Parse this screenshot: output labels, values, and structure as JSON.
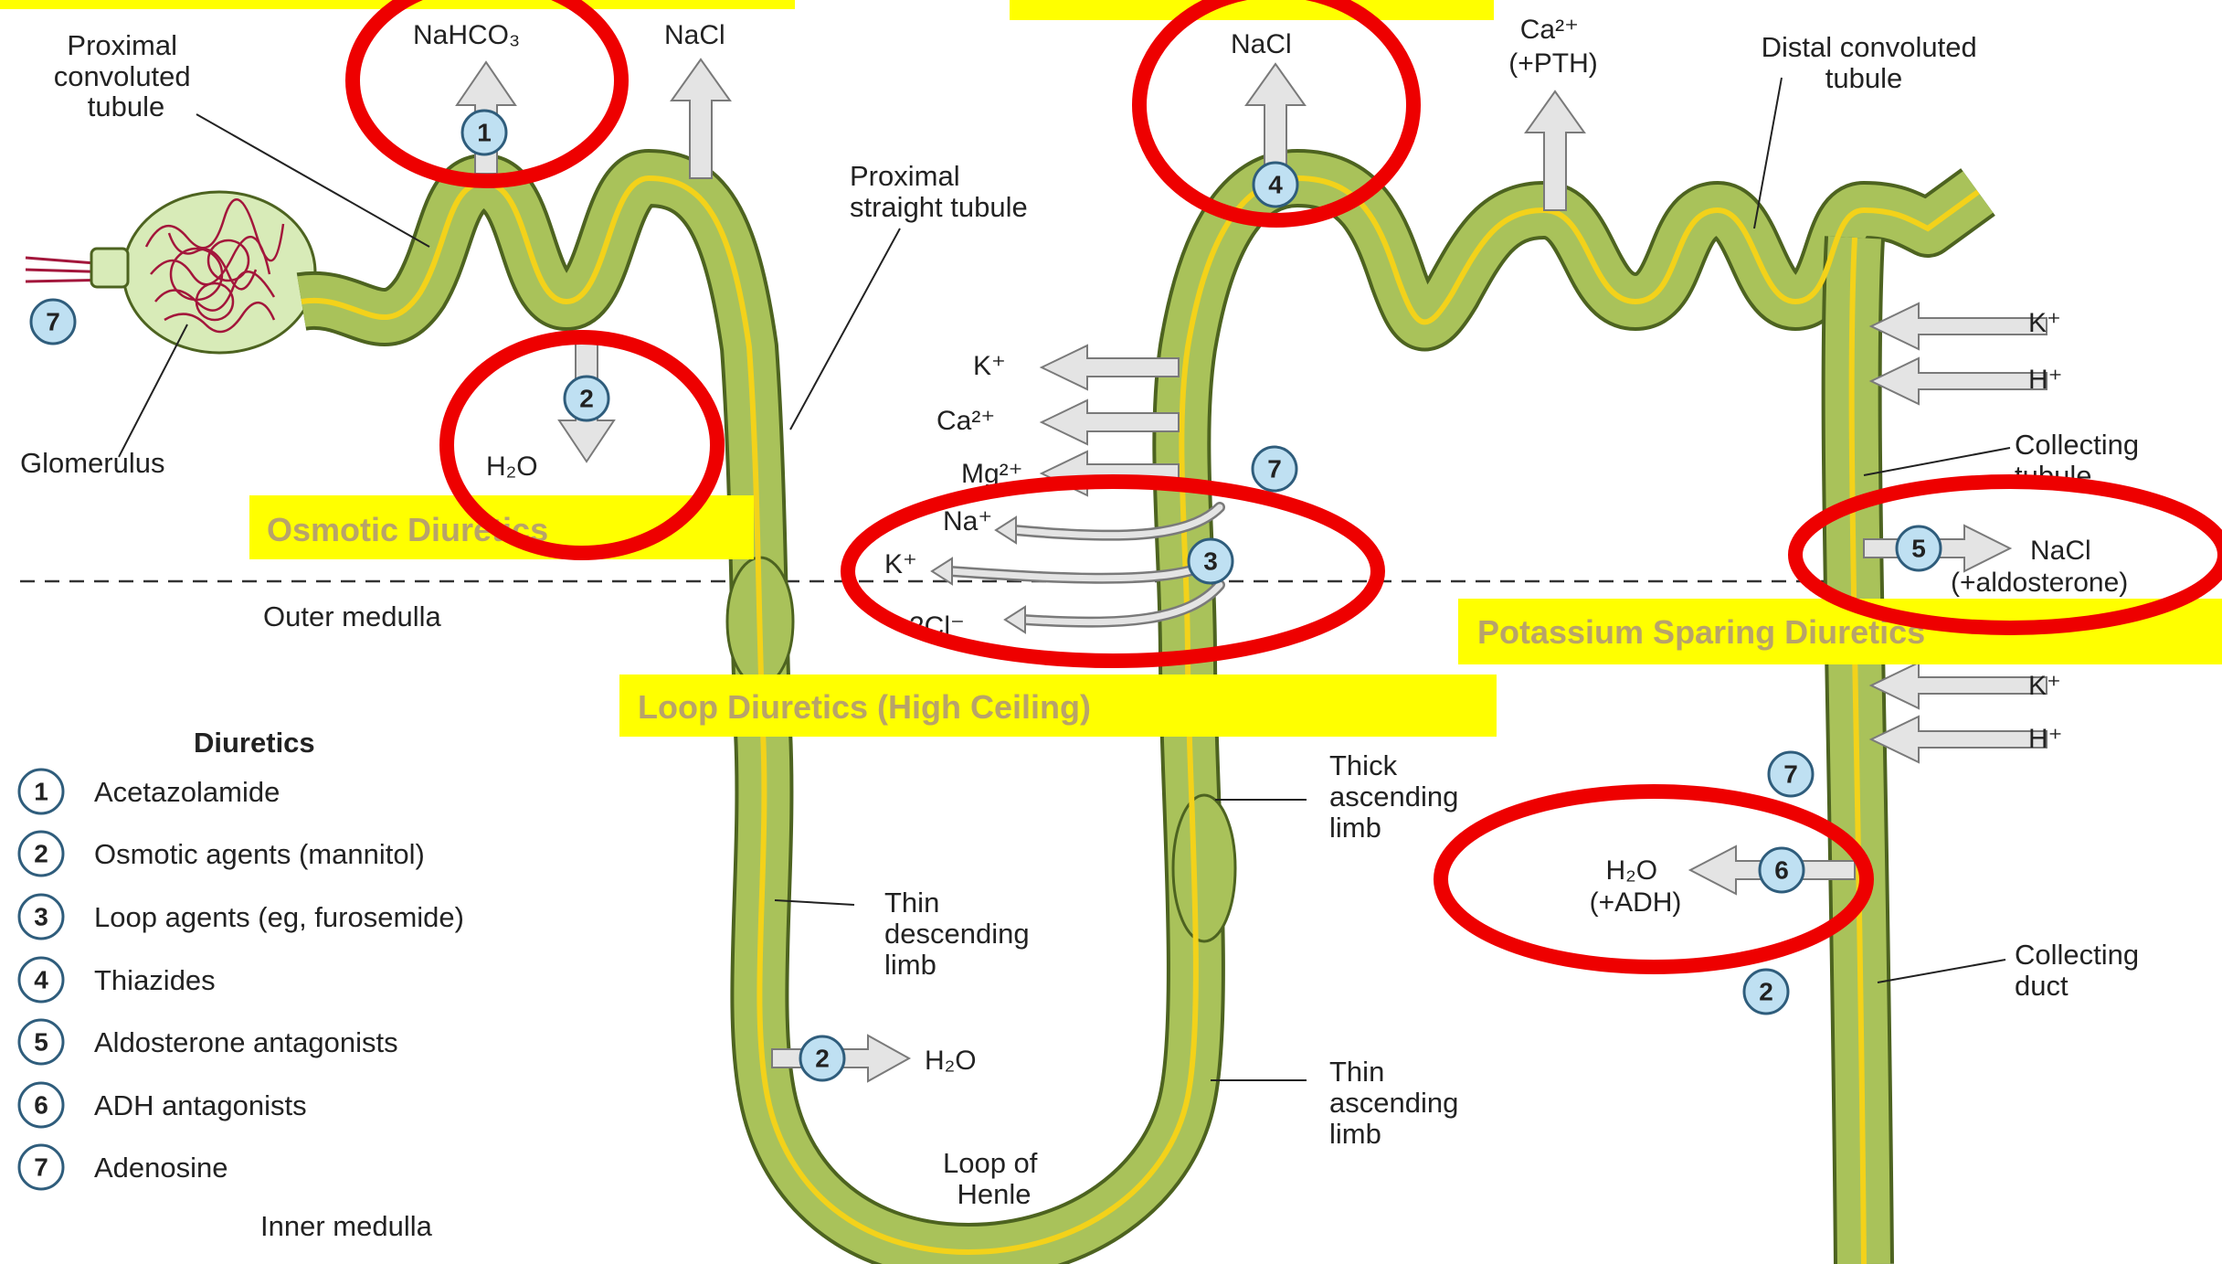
{
  "labels": {
    "proximal_convoluted_tubule": [
      "Proximal",
      "convoluted",
      "tubule"
    ],
    "glomerulus": "Glomerulus",
    "proximal_straight_tubule": [
      "Proximal",
      "straight tubule"
    ],
    "distal_convoluted_tubule": [
      "Distal convoluted",
      "tubule"
    ],
    "collecting_tubule": [
      "Collecting",
      "tubule"
    ],
    "collecting_duct": [
      "Collecting",
      "duct"
    ],
    "thick_ascending_limb": [
      "Thick",
      "ascending",
      "limb"
    ],
    "thin_descending_limb": [
      "Thin",
      "descending",
      "limb"
    ],
    "thin_ascending_limb": [
      "Thin",
      "ascending",
      "limb"
    ],
    "loop_of_henle": [
      "Loop of",
      "Henle"
    ],
    "outer_medulla": "Outer medulla",
    "inner_medulla": "Inner medulla"
  },
  "ions": {
    "nahco3": "NaHCO₃",
    "nacl": "NaCl",
    "ca_pth": [
      "Ca²⁺",
      "(+PTH)"
    ],
    "h2o": "H₂O",
    "k": "K⁺",
    "h": "H⁺",
    "ca": "Ca²⁺",
    "mg": "Mg²⁺",
    "na": "Na⁺",
    "cl2": "2Cl⁻",
    "nacl_aldosterone": [
      "NaCl",
      "(+aldosterone)"
    ],
    "h2o_adh": [
      "H₂O",
      "(+ADH)"
    ]
  },
  "site_numbers": [
    "1",
    "2",
    "3",
    "4",
    "5",
    "6",
    "7"
  ],
  "highlights": {
    "osmotic": "Osmotic Diuretics",
    "loop": "Loop Diuretics (High Ceiling)",
    "potassium_sparing": "Potassium Sparing Diuretics"
  },
  "legend": {
    "title": "Diuretics",
    "items": [
      {
        "num": "1",
        "label": "Acetazolamide"
      },
      {
        "num": "2",
        "label": "Osmotic agents (mannitol)"
      },
      {
        "num": "3",
        "label": "Loop agents (eg, furosemide)"
      },
      {
        "num": "4",
        "label": "Thiazides"
      },
      {
        "num": "5",
        "label": "Aldosterone antagonists"
      },
      {
        "num": "6",
        "label": "ADH antagonists"
      },
      {
        "num": "7",
        "label": "Adenosine"
      }
    ]
  },
  "colors": {
    "tubule_fill": "#a9c25a",
    "tubule_outline": "#4d6320",
    "lumen_line": "#f3d21a",
    "badge_fill": "#bfe0f2",
    "badge_stroke": "#2f5d7c",
    "highlight_fill": "#ffff00",
    "circle_red": "#ee0000"
  }
}
